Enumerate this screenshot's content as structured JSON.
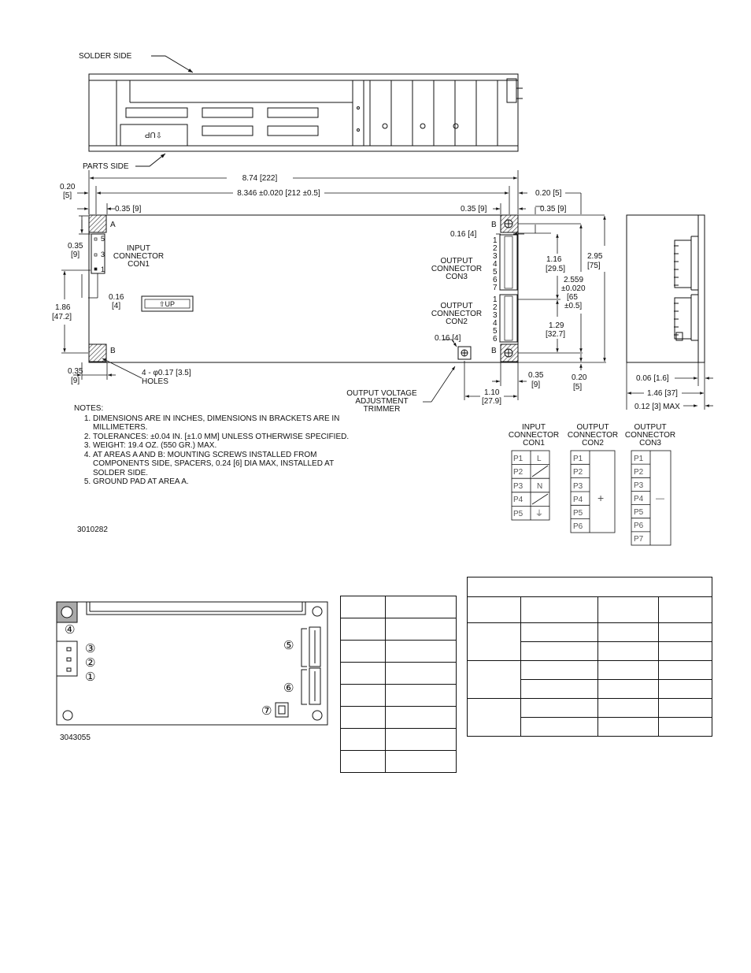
{
  "drawing": {
    "labels": {
      "solder_side": "SOLDER SIDE",
      "parts_side": "PARTS SIDE",
      "up_mark": "⇧UP",
      "input_connector": [
        "INPUT",
        "CONNECTOR",
        "CON1"
      ],
      "output_con3": [
        "OUTPUT",
        "CONNECTOR",
        "CON3"
      ],
      "output_con2": [
        "OUTPUT",
        "CONNECTOR",
        "CON2"
      ],
      "trimmer": [
        "OUTPUT VOLTAGE",
        "ADJUSTMENT",
        "TRIMMER"
      ],
      "area_a": "A",
      "area_b": "B",
      "holes": [
        "4 - φ0.17 [3.5]",
        "HOLES"
      ]
    },
    "dimensions": {
      "overall_length": "8.74 [222]",
      "hole_spacing": "8.346 ±0.020 [212 ±0.5]",
      "left_margin": [
        "0.20",
        "[5]"
      ],
      "right_margin": "0.20 [5]",
      "pad_left": "0.35 [9]",
      "pad_right": "0.35 [9]",
      "pad_right_top": "0.35 [9]",
      "con1_offset": [
        "0.35",
        "[9]"
      ],
      "con1_height": [
        "1.86",
        "[47.2]"
      ],
      "con1_gap": [
        "0.16",
        "[4]"
      ],
      "bottom_left": [
        "0.35",
        "[9]"
      ],
      "con3_gap": "0.16 [4]",
      "con3_dim": [
        "1.16",
        "[29.5]"
      ],
      "width_total": [
        "2.95",
        "[75]"
      ],
      "hole_vertical": [
        "2.559",
        "±0.020",
        "[65",
        "±0.5]"
      ],
      "con2_dim": [
        "1.29",
        "[32.7]"
      ],
      "trimmer_gap": "0.16 [4]",
      "bottom_right": [
        "0.35",
        "[9]"
      ],
      "bottom_margin": [
        "0.20",
        "[5]"
      ],
      "trimmer_offset": [
        "1.10",
        "[27.9]"
      ],
      "side_a": "0.06 [1.6]",
      "side_b": "1.46 [37]",
      "side_c": "0.12 [3] MAX"
    },
    "con1_pins": [
      "5",
      "3",
      "1"
    ],
    "con3_pins": [
      "1",
      "2",
      "3",
      "4",
      "5",
      "6",
      "7"
    ],
    "con2_pins": [
      "1",
      "2",
      "3",
      "4",
      "5",
      "6"
    ]
  },
  "notes": {
    "title": "NOTES:",
    "items": [
      "DIMENSIONS ARE IN INCHES,  DIMENSIONS IN BRACKETS ARE IN MILLIMETERS.",
      "TOLERANCES:  ±0.04 IN. [±1.0 MM] UNLESS OTHERWISE SPECIFIED.",
      "WEIGHT: 19.4 OZ. (550 GR.) MAX.",
      "AT AREAS A AND B: MOUNTING SCREWS INSTALLED FROM COMPONENTS SIDE, SPACERS, 0.24 [6] DIA MAX, INSTALLED AT SOLDER SIDE.",
      "GROUND PAD AT AREA A."
    ]
  },
  "drawing_number": "3010282",
  "pin_tables": {
    "con1": {
      "title": [
        "INPUT",
        "CONNECTOR",
        "CON1"
      ],
      "pins": [
        "P1",
        "P2",
        "P3",
        "P4",
        "P5"
      ],
      "functions": [
        "L",
        "",
        "N",
        "",
        "⏚"
      ]
    },
    "con2": {
      "title": [
        "OUTPUT",
        "CONNECTOR",
        "CON2"
      ],
      "pins": [
        "P1",
        "P2",
        "P3",
        "P4",
        "P5",
        "P6"
      ],
      "function": "+"
    },
    "con3": {
      "title": [
        "OUTPUT",
        "CONNECTOR",
        "CON3"
      ],
      "pins": [
        "P1",
        "P2",
        "P3",
        "P4",
        "P5",
        "P6",
        "P7"
      ],
      "function": "—"
    }
  },
  "pcb": {
    "drawing_number": "3043055",
    "callouts": [
      "④",
      "③",
      "②",
      "①",
      "⑤",
      "⑥",
      "⑦"
    ]
  }
}
